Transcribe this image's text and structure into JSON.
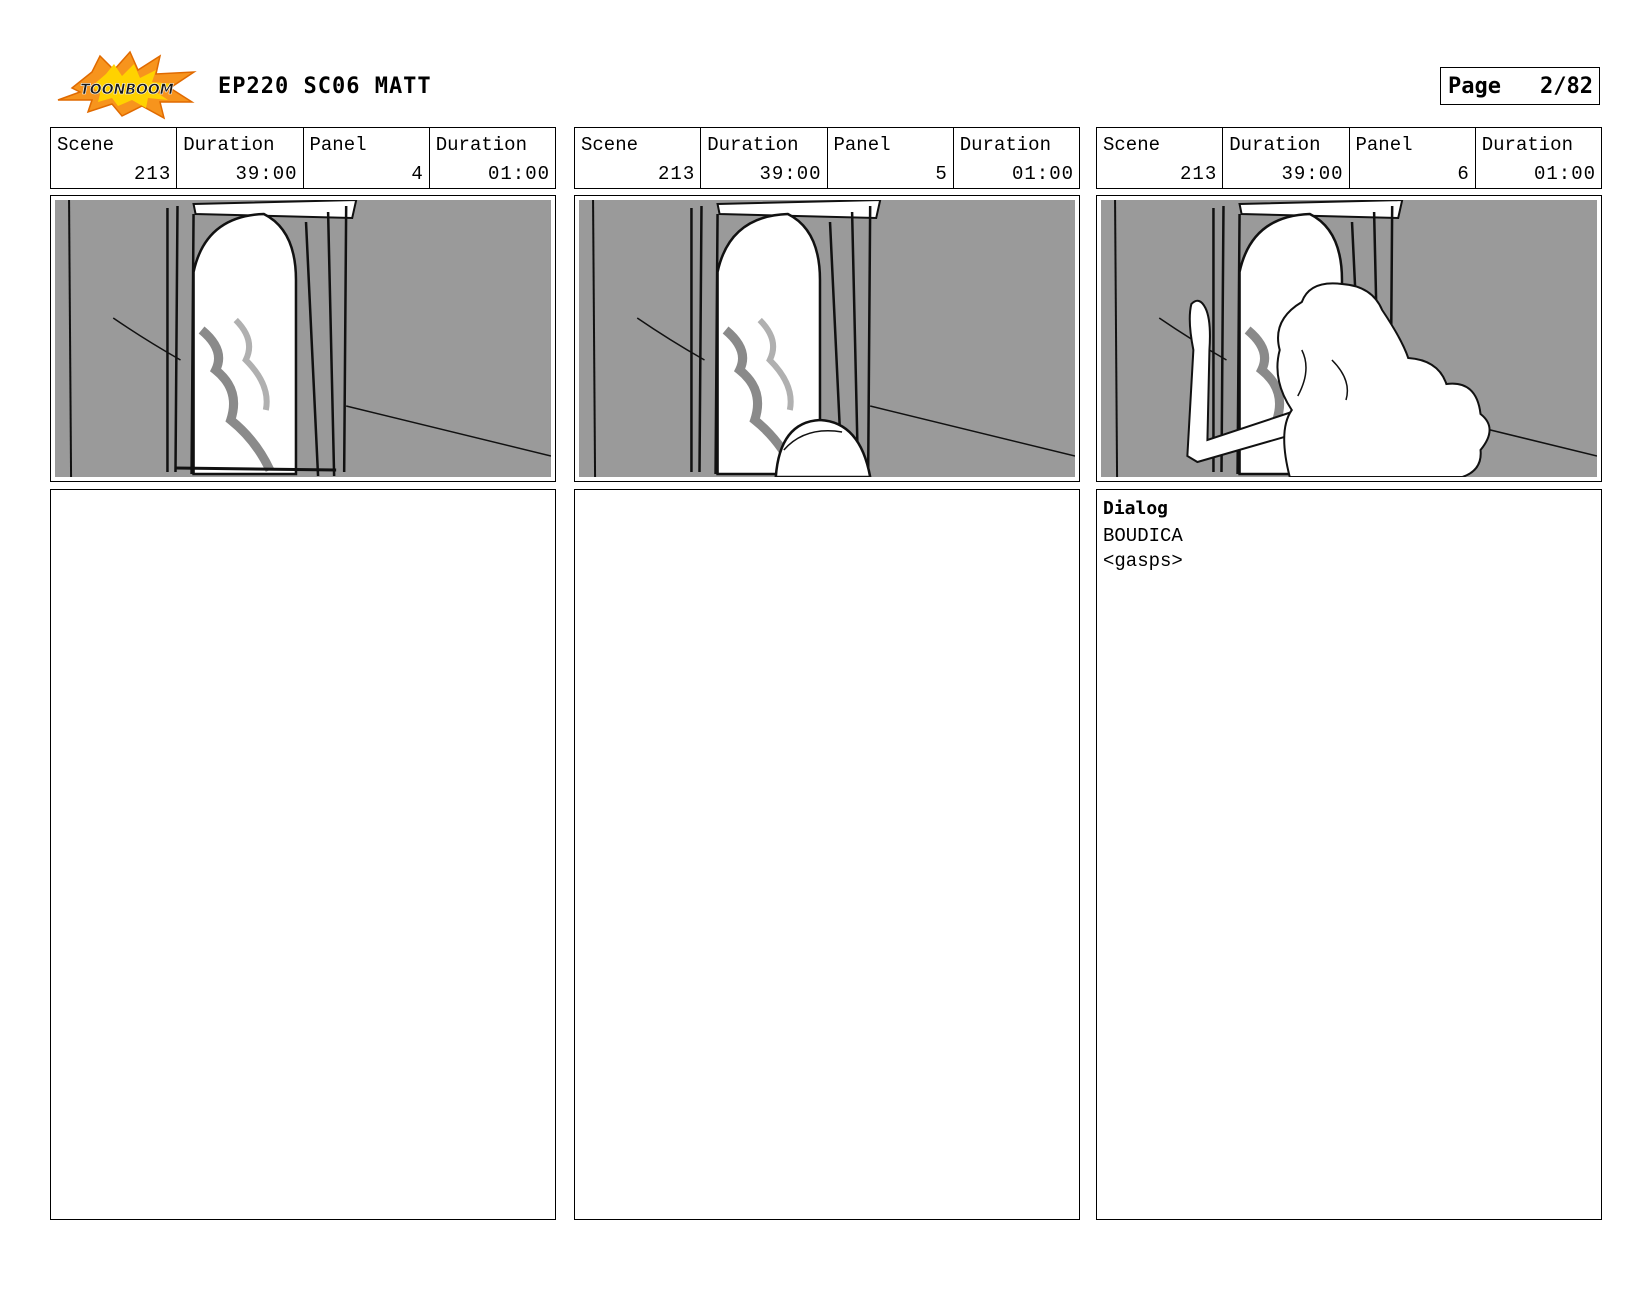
{
  "header": {
    "logo_text": "TOONBOOM",
    "title": "EP220 SC06 MATT",
    "page_label": "Page",
    "page_value": "2/82"
  },
  "colors": {
    "logo_orange": "#f7941d",
    "logo_yellow": "#ffd200",
    "frame_gray": "#9a9a9a"
  },
  "panels": [
    {
      "scene_label": "Scene",
      "scene": "213",
      "scene_duration_label": "Duration",
      "scene_duration": "39:00",
      "panel_label": "Panel",
      "panel": "4",
      "panel_duration_label": "Duration",
      "panel_duration": "01:00",
      "dialog_label": "",
      "dialog_lines": []
    },
    {
      "scene_label": "Scene",
      "scene": "213",
      "scene_duration_label": "Duration",
      "scene_duration": "39:00",
      "panel_label": "Panel",
      "panel": "5",
      "panel_duration_label": "Duration",
      "panel_duration": "01:00",
      "dialog_label": "",
      "dialog_lines": []
    },
    {
      "scene_label": "Scene",
      "scene": "213",
      "scene_duration_label": "Duration",
      "scene_duration": "39:00",
      "panel_label": "Panel",
      "panel": "6",
      "panel_duration_label": "Duration",
      "panel_duration": "01:00",
      "dialog_label": "Dialog",
      "dialog_lines": [
        "BOUDICA",
        "<gasps>"
      ]
    }
  ]
}
